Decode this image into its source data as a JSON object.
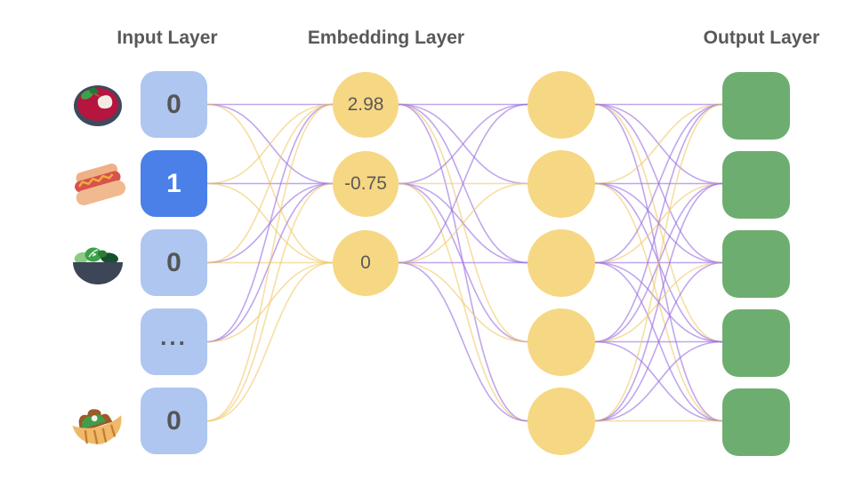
{
  "headers": {
    "input": "Input Layer",
    "embedding": "Embedding Layer",
    "output": "Output Layer"
  },
  "input_layer": {
    "nodes": [
      {
        "value": "0",
        "icon": "borscht-soup-icon",
        "active": false
      },
      {
        "value": "1",
        "icon": "hot-dog-icon",
        "active": true
      },
      {
        "value": "0",
        "icon": "salad-bowl-icon",
        "active": false
      },
      {
        "value": "...",
        "icon": null,
        "active": false
      },
      {
        "value": "0",
        "icon": "pita-sandwich-icon",
        "active": false
      }
    ]
  },
  "embedding_layer": {
    "nodes": [
      {
        "value": "2.98"
      },
      {
        "value": "-0.75"
      },
      {
        "value": "0"
      }
    ]
  },
  "hidden_layer": {
    "node_count": 5
  },
  "output_layer": {
    "node_count": 5
  },
  "colors": {
    "input_node": "#aec6f0",
    "input_node_active": "#4a80e8",
    "embedding_node": "#f6d783",
    "hidden_node": "#f6d783",
    "output_node": "#6ead70",
    "header_text": "#595959",
    "node_text": "#555555",
    "wire_purple": "#9a6fe0",
    "wire_yellow": "#f0c865"
  },
  "connections": {
    "palette": {
      "p": {
        "stroke": "#9a6fe0",
        "opacity": 0.62
      },
      "y": {
        "stroke": "#f0c865",
        "opacity": 0.6
      }
    },
    "input_to_embedding": [
      [
        "p",
        "p",
        "y"
      ],
      [
        "y",
        "p",
        "y"
      ],
      [
        "y",
        "p",
        "y"
      ],
      [
        "p",
        "p",
        "y"
      ],
      [
        "y",
        "y",
        "y"
      ]
    ],
    "embedding_to_hidden": [
      [
        "p",
        "p",
        "p",
        "y",
        "p"
      ],
      [
        "p",
        "y",
        "p",
        "p",
        "y"
      ],
      [
        "p",
        "y",
        "p",
        "y",
        "p"
      ]
    ],
    "hidden_to_output": [
      [
        "p",
        "p",
        "p",
        "y",
        "p"
      ],
      [
        "y",
        "p",
        "p",
        "p",
        "y"
      ],
      [
        "p",
        "y",
        "p",
        "p",
        "p"
      ],
      [
        "p",
        "p",
        "y",
        "p",
        "p"
      ],
      [
        "y",
        "p",
        "p",
        "p",
        "y"
      ]
    ]
  }
}
